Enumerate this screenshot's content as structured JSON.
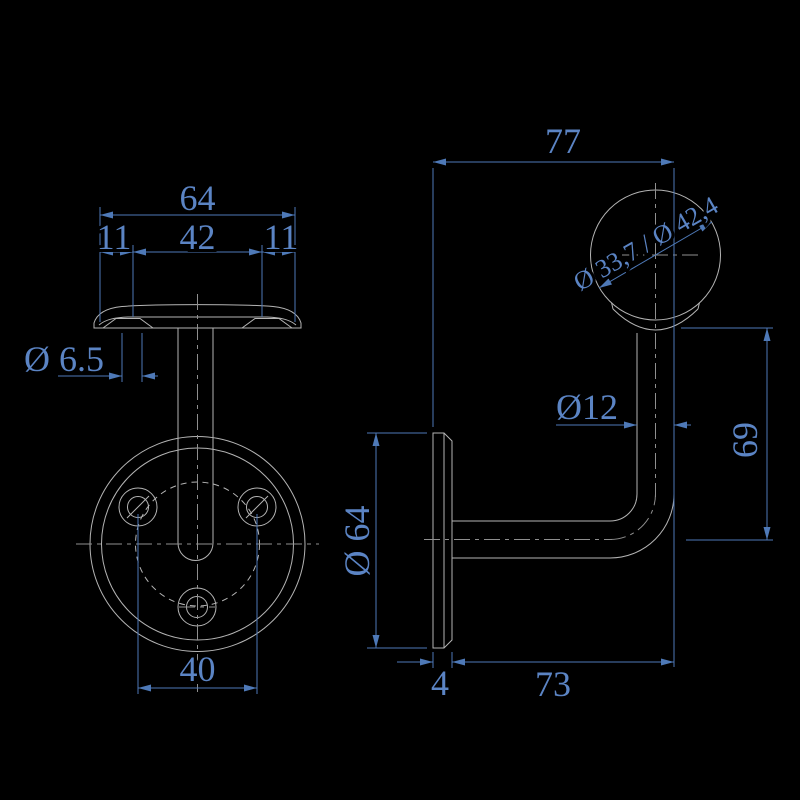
{
  "colors": {
    "background": "#000000",
    "geometry_line": "#b4b4b4",
    "centerline": "#8f8f8f",
    "dimension_line": "#4e79b7",
    "dimension_text": "#5b84c4"
  },
  "front_view": {
    "total_width": "64",
    "left_offset": "11",
    "center_width": "42",
    "right_offset": "11",
    "screw_hole_diameter": "Ø 6.5",
    "hole_spacing": "40"
  },
  "side_view": {
    "total_depth": "77",
    "rail_diameters": "Ø 33,7 / Ø 42,4",
    "tube_diameter": "Ø12",
    "height": "69",
    "plate_diameter": "Ø 64",
    "plate_thickness": "4",
    "arm_length": "73"
  }
}
